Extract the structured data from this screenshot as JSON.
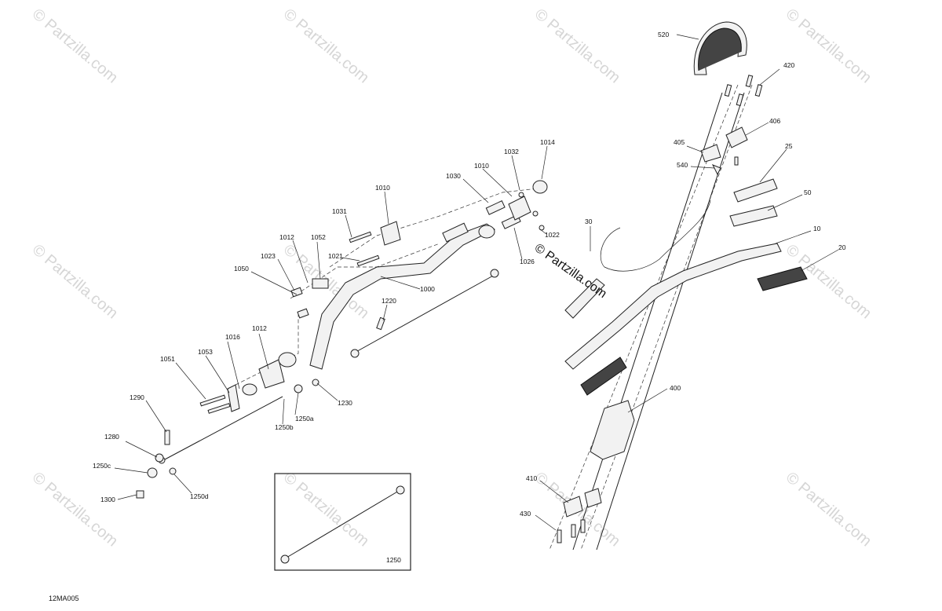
{
  "watermark_text": "© Partzilla.com",
  "diagram_ref": "12MA005",
  "callouts": [
    "520",
    "420",
    "406",
    "405",
    "540",
    "25",
    "50",
    "10",
    "20",
    "30",
    "400",
    "410",
    "430",
    "1014",
    "1032",
    "1010",
    "1030",
    "1022",
    "1026",
    "1010",
    "1031",
    "1021",
    "1000",
    "1052",
    "1012",
    "1023",
    "1050",
    "1220",
    "1230",
    "1012",
    "1016",
    "1053",
    "1051",
    "1250a",
    "1250b",
    "1290",
    "1280",
    "1250c",
    "1300",
    "1250d",
    "1250"
  ]
}
